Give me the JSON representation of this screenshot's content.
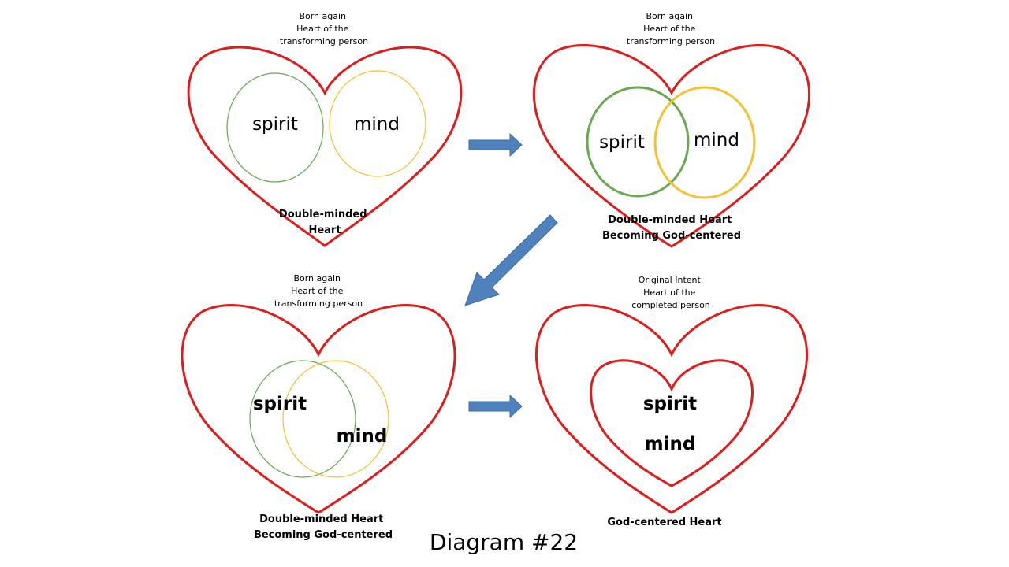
{
  "diagram": {
    "title": "Diagram #22",
    "colors": {
      "heart": "#e01b1b",
      "spirit_circle": "#6aa84f",
      "mind_circle": "#f1c232",
      "arrow": "#4f81bd"
    },
    "panels": [
      {
        "top_lines": [
          "Born again",
          "Heart of the",
          "transforming person"
        ],
        "words": [
          "spirit",
          "mind"
        ],
        "bottom_lines": [
          "Double-minded",
          "Heart"
        ]
      },
      {
        "top_lines": [
          "Born again",
          "Heart of the",
          "transforming person"
        ],
        "words": [
          "spirit",
          "mind"
        ],
        "bottom_lines": [
          "Double-minded Heart",
          "Becoming God-centered"
        ]
      },
      {
        "top_lines": [
          "Born again",
          "Heart of the",
          "transforming person"
        ],
        "words": [
          "spirit",
          "mind"
        ],
        "bottom_lines": [
          "Double-minded Heart",
          "Becoming God-centered"
        ]
      },
      {
        "top_lines": [
          "Original Intent",
          "Heart of the",
          "completed person"
        ],
        "words": [
          "spirit",
          "mind"
        ],
        "bottom_lines": [
          "God-centered Heart"
        ]
      }
    ]
  }
}
